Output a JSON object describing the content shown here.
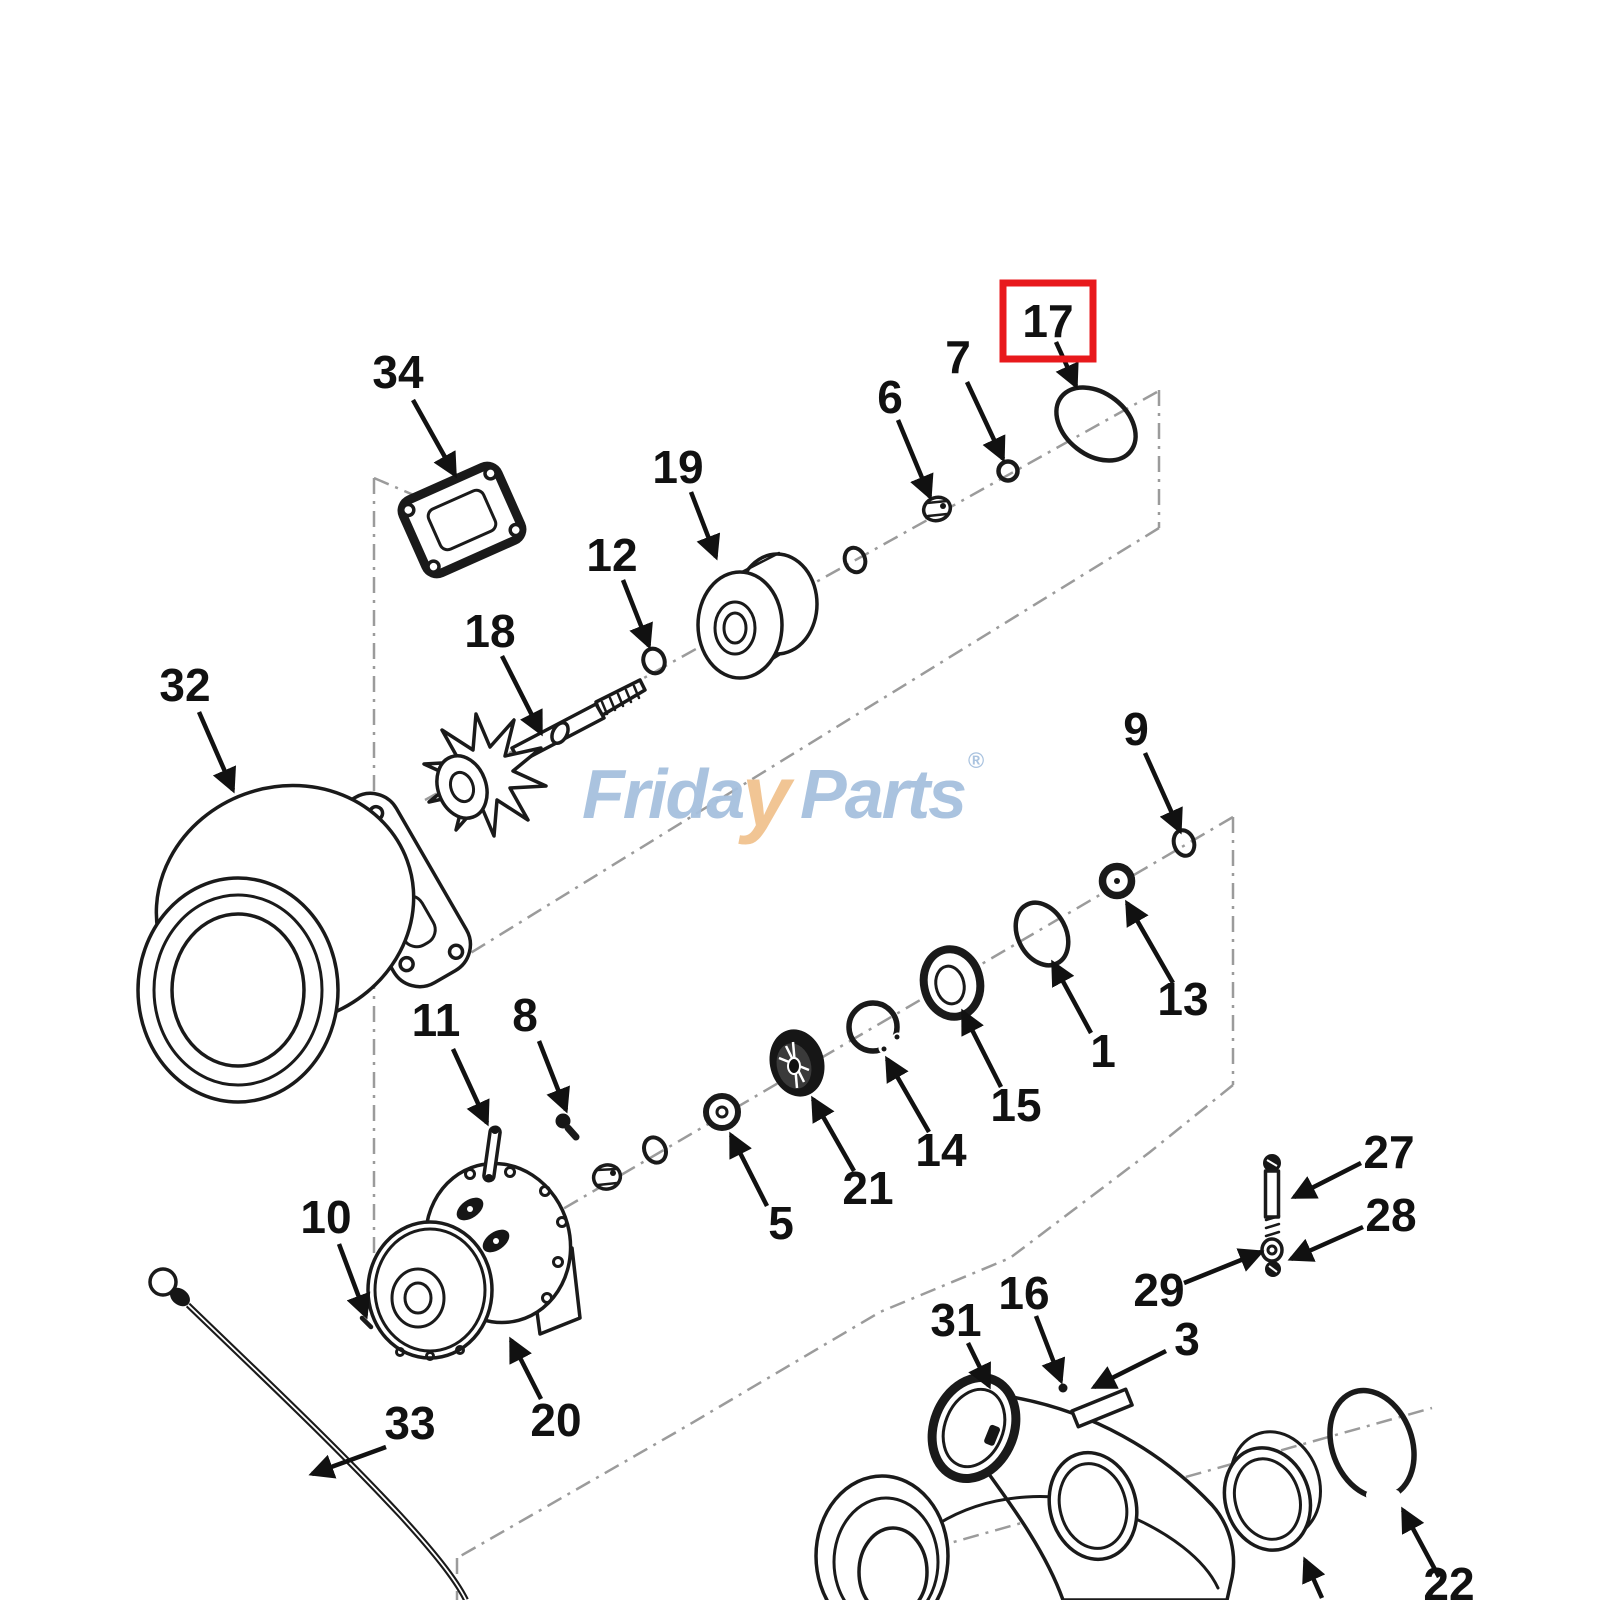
{
  "watermark": {
    "prefix": "Frida",
    "accent": "y",
    "suffix": "Parts",
    "registered": "®",
    "color_blue": "#a6c0de",
    "color_accent": "#f1c28f"
  },
  "highlight": {
    "label": "17",
    "box_color": "#e8191c"
  },
  "callouts": [
    {
      "label": "34"
    },
    {
      "label": "17"
    },
    {
      "label": "7"
    },
    {
      "label": "6"
    },
    {
      "label": "19"
    },
    {
      "label": "12"
    },
    {
      "label": "18"
    },
    {
      "label": "32"
    },
    {
      "label": "9"
    },
    {
      "label": "13"
    },
    {
      "label": "1"
    },
    {
      "label": "15"
    },
    {
      "label": "14"
    },
    {
      "label": "21"
    },
    {
      "label": "5"
    },
    {
      "label": "11"
    },
    {
      "label": "8"
    },
    {
      "label": "10"
    },
    {
      "label": "20"
    },
    {
      "label": "33"
    },
    {
      "label": "27"
    },
    {
      "label": "28"
    },
    {
      "label": "29"
    },
    {
      "label": "3"
    },
    {
      "label": "16"
    },
    {
      "label": "31"
    },
    {
      "label": "22"
    }
  ]
}
